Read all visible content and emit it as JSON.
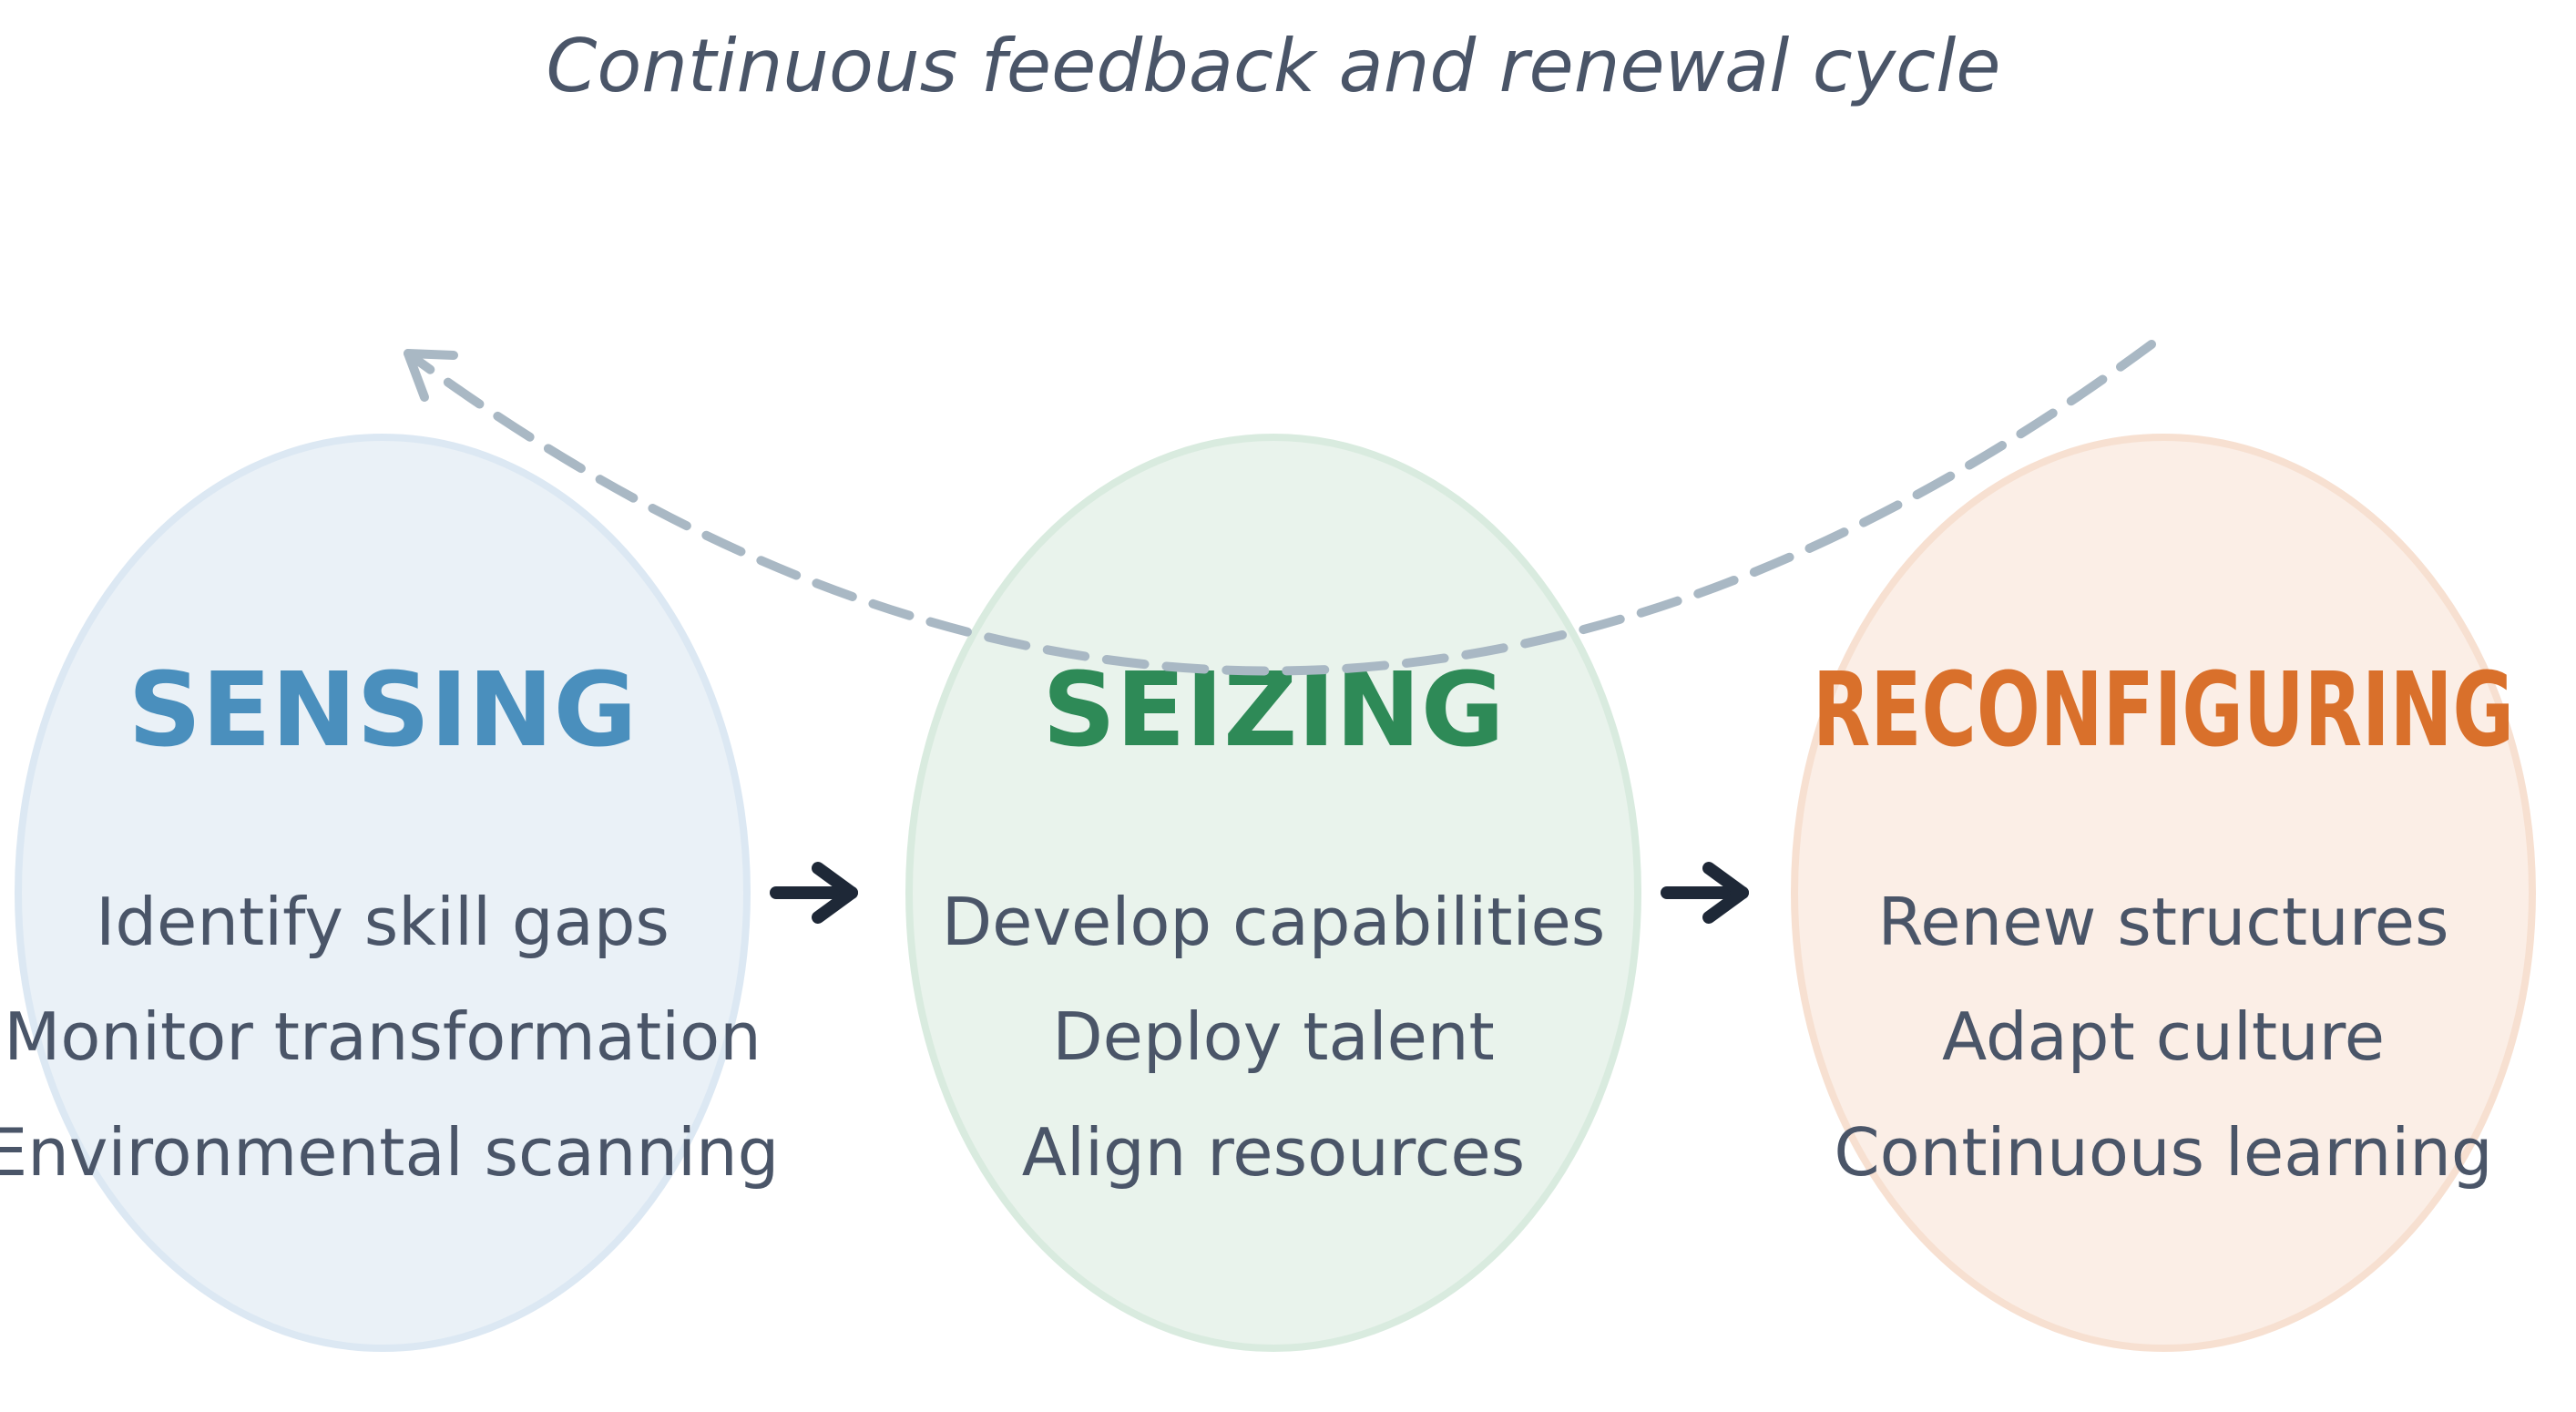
{
  "subtitle": "Continuous feedback and renewal cycle",
  "stages": [
    {
      "title": "SENSING",
      "items": [
        "Identify skill gaps",
        "Monitor transformation",
        "Environmental scanning"
      ],
      "title_color": "#4a8fbd",
      "fill_color": "#eaf1f7",
      "stroke_color": "#dce8f3"
    },
    {
      "title": "SEIZING",
      "items": [
        "Develop capabilities",
        "Deploy talent",
        "Align resources"
      ],
      "title_color": "#2e8a57",
      "fill_color": "#e9f3ec",
      "stroke_color": "#d9ebdf"
    },
    {
      "title": "RECONFIGURING",
      "items": [
        "Renew structures",
        "Adapt culture",
        "Continuous learning"
      ],
      "title_color": "#d9702b",
      "fill_color": "#fbeee6",
      "stroke_color": "#f7e0d1"
    }
  ],
  "colors": {
    "arrow": "#1e2837",
    "feedback_arrow": "#a9b8c4",
    "text": "#4a5568"
  }
}
